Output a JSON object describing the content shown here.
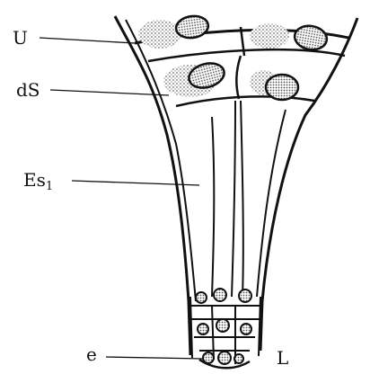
{
  "figure": {
    "labels": {
      "u": "U",
      "ds": "dS",
      "es_main": "Es",
      "es_sub": "1",
      "e": "e",
      "l": "L"
    },
    "colors": {
      "line": "#111111",
      "stipple": "#7a7a7a",
      "nucleus": "#2a2a2a",
      "background": "#ffffff"
    }
  }
}
